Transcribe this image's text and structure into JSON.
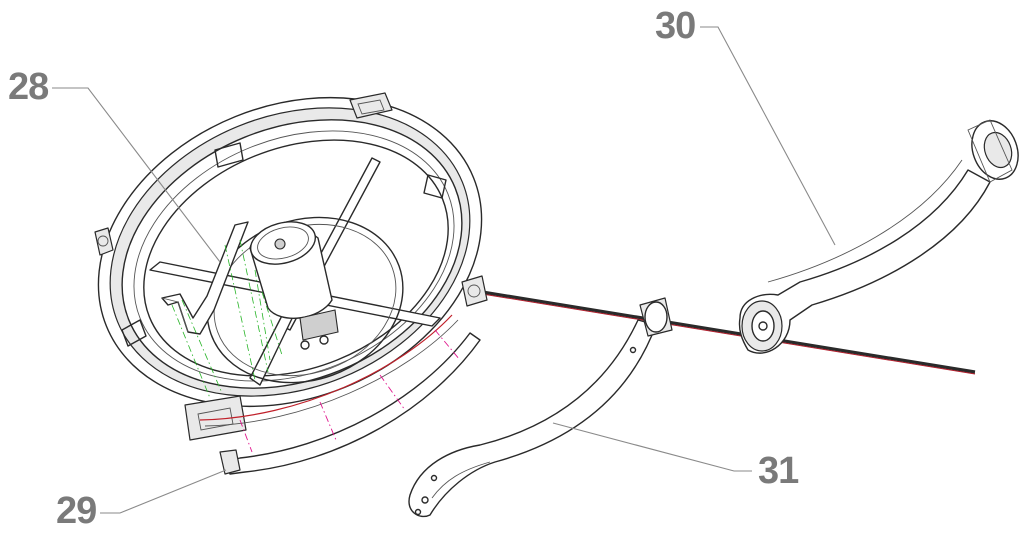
{
  "callouts": [
    {
      "id": "28",
      "text": "28"
    },
    {
      "id": "29",
      "text": "29"
    },
    {
      "id": "30",
      "text": "30"
    },
    {
      "id": "31",
      "text": "31"
    }
  ]
}
